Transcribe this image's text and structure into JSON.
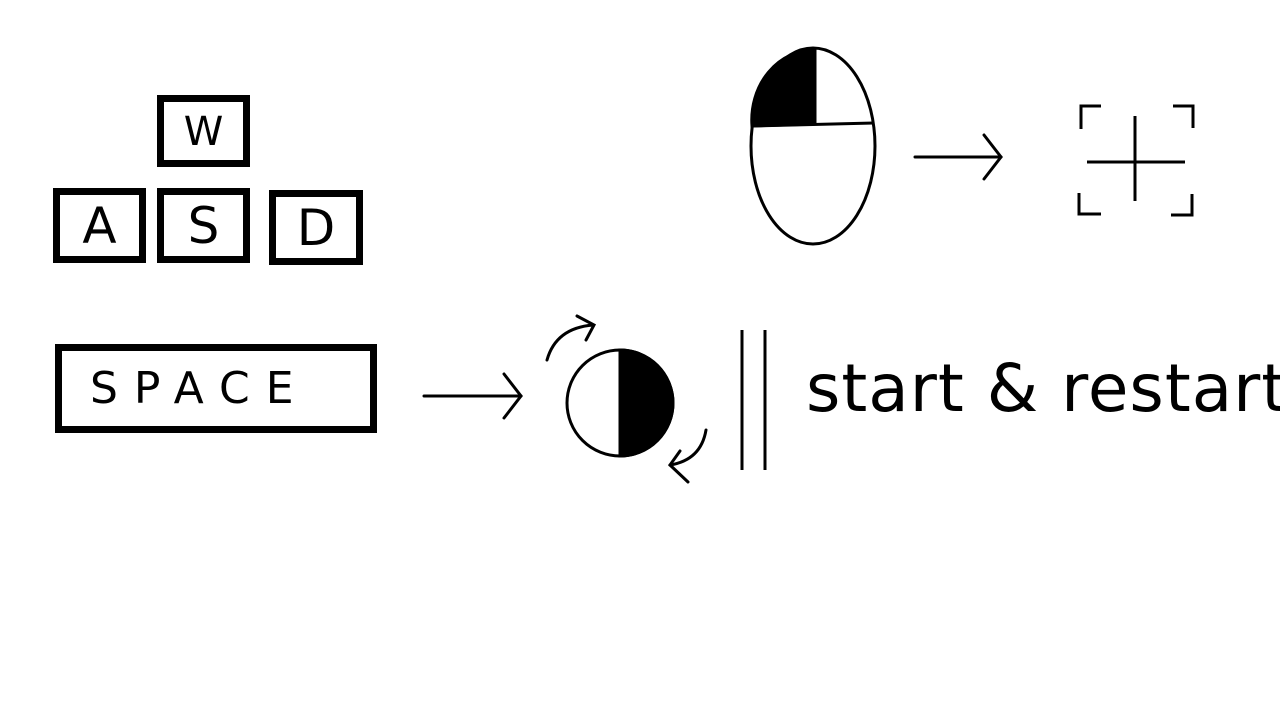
{
  "keys": {
    "up": "W",
    "left": "A",
    "down": "S",
    "right": "D",
    "jump": "SPACE"
  },
  "icons": {
    "mouse": "mouse-left-click-icon",
    "crosshair": "crosshair-icon",
    "toggle": "half-filled-circle-swap-icon",
    "arrow": "arrow-right-icon",
    "divider": "double-vertical-bar"
  },
  "caption": "start & restart",
  "colors": {
    "ink": "#000000",
    "paper": "#ffffff"
  }
}
